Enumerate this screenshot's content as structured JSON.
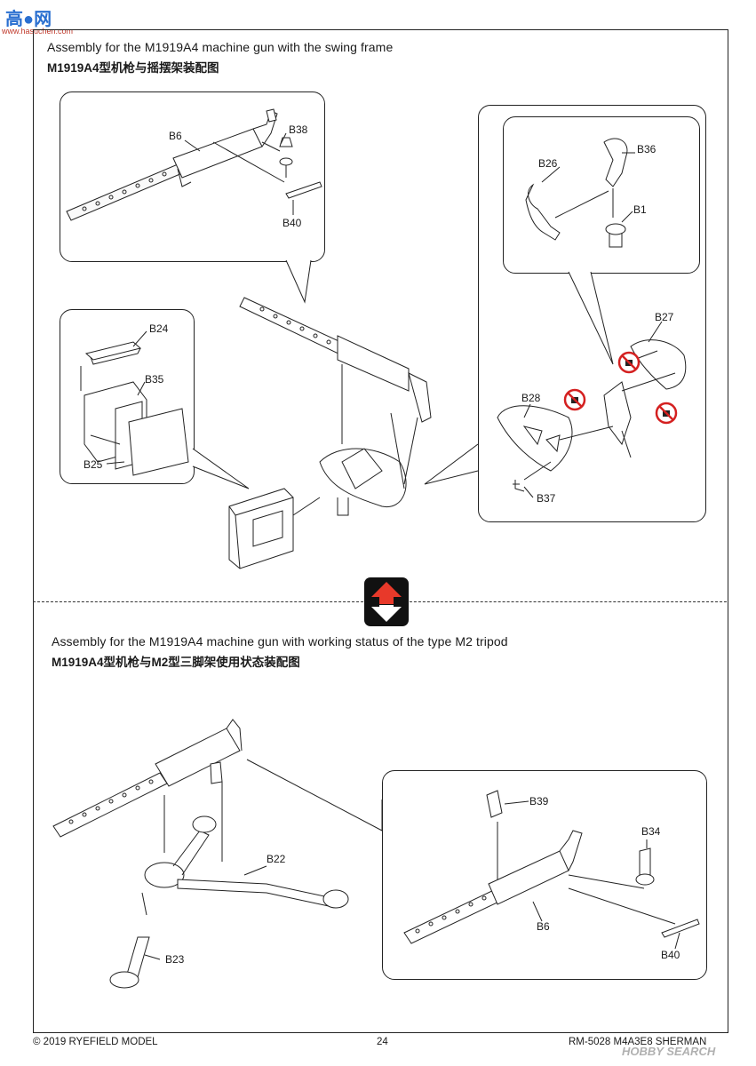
{
  "watermark_top": {
    "logo_text": "高●网",
    "url": "www.hasuchen.com"
  },
  "watermark_bottom": {
    "brand": "HOBBY SEARCH"
  },
  "section1": {
    "title_en": "Assembly for the M1919A4 machine gun with the swing frame",
    "title_cn": "M1919A4型机枪与摇摆架装配图"
  },
  "section2": {
    "title_en": "Assembly for the M1919A4 machine gun with working status of the type M2 tripod",
    "title_cn": "M1919A4型机枪与M2型三脚架使用状态装配图"
  },
  "parts": {
    "b6_top": "B6",
    "b38": "B38",
    "b40_top": "B40",
    "b26": "B26",
    "b36": "B36",
    "b1": "B1",
    "b24": "B24",
    "b35": "B35",
    "b25": "B25",
    "b27": "B27",
    "b28": "B28",
    "b37": "B37",
    "b22": "B22",
    "b23": "B23",
    "b39": "B39",
    "b34": "B34",
    "b6_bottom": "B6",
    "b40_bottom": "B40"
  },
  "colors": {
    "arrow_up": "#e8392a",
    "glue_warning": "#d42020",
    "line": "#222222"
  },
  "footer": {
    "copyright": "© 2019 RYEFIELD MODEL",
    "page": "24",
    "kit": "RM-5028 M4A3E8 SHERMAN"
  }
}
